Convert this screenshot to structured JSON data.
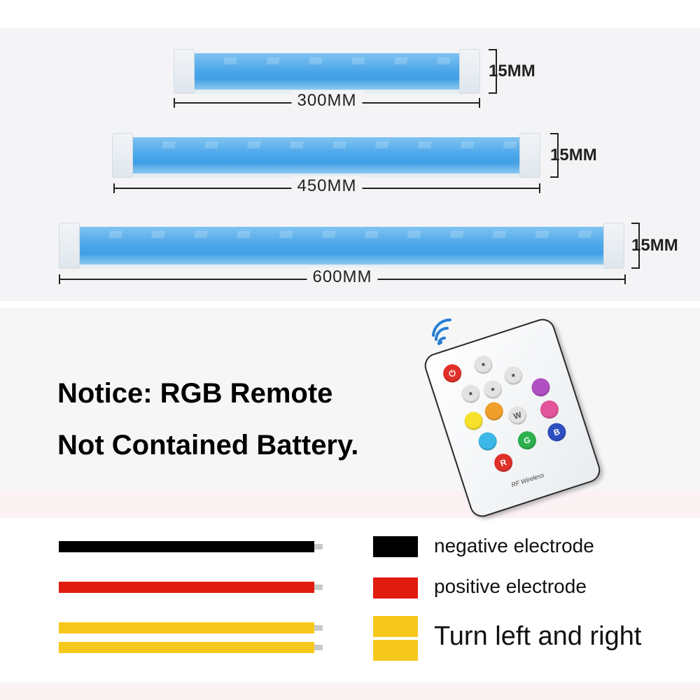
{
  "strips": [
    {
      "length_label": "300MM",
      "width_label": "15MM"
    },
    {
      "length_label": "450MM",
      "width_label": "15MM"
    },
    {
      "length_label": "600MM",
      "width_label": "15MM"
    }
  ],
  "notice": {
    "line1": "Notice: RGB Remote",
    "line2": "Not Contained Battery."
  },
  "remote": {
    "buttons": [
      "W",
      "R",
      "G",
      "B"
    ],
    "brand": "RF Wireless"
  },
  "legend": [
    {
      "label": "negative electrode",
      "color": "#000000"
    },
    {
      "label": "positive electrode",
      "color": "#e01b10"
    },
    {
      "label": "Turn left and right",
      "color": "#f7c81c"
    }
  ],
  "colors": {
    "strip_blue": "#4ea8ea",
    "black_wire": "#000000",
    "red_wire": "#e01b10",
    "yellow_wire": "#f7c81c"
  }
}
